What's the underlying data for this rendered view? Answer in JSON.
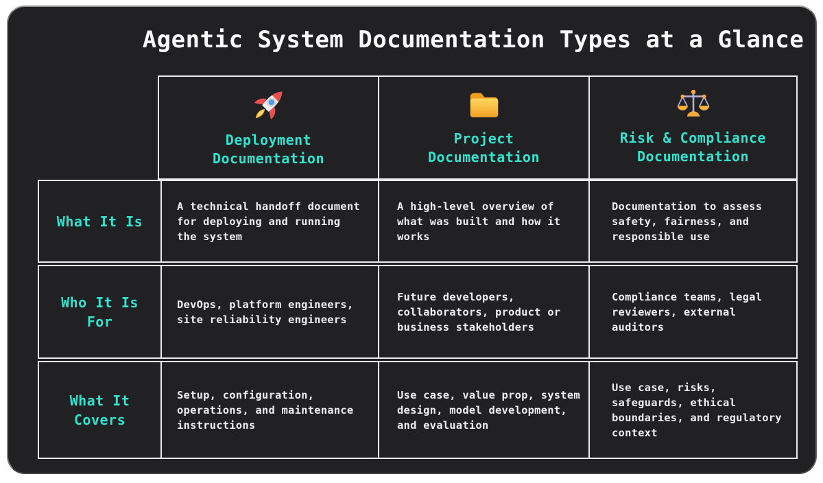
{
  "page": {
    "background": "#ffffff",
    "card_background": "#212124",
    "accent_color": "#33e3cf",
    "body_text_color": "#ededed",
    "grid_line_color": "#ececec"
  },
  "title": "Agentic System Documentation Types at a Glance",
  "table": {
    "columns": [
      {
        "icon": "rocket-icon",
        "label": "Deployment\nDocumentation"
      },
      {
        "icon": "folder-icon",
        "label": "Project\nDocumentation"
      },
      {
        "icon": "balance-scale-icon",
        "label": "Risk & Compliance\nDocumentation"
      }
    ],
    "rows": [
      {
        "label": "What It Is",
        "cells": [
          "A technical handoff document\nfor deploying and running\nthe system",
          "A high-level overview of\nwhat was built and how it\nworks",
          "Documentation to assess\nsafety, fairness, and\nresponsible use"
        ]
      },
      {
        "label": "Who It Is\nFor",
        "cells": [
          "DevOps, platform engineers,\nsite reliability engineers",
          "Future developers,\ncollaborators, product or\nbusiness stakeholders",
          "Compliance teams, legal\nreviewers, external\nauditors"
        ]
      },
      {
        "label": "What It\nCovers",
        "cells": [
          "Setup, configuration,\noperations, and maintenance\ninstructions",
          "Use case, value prop, system\ndesign, model development,\nand evaluation",
          "Use case, risks,\nsafeguards, ethical\nboundaries, and regulatory\ncontext"
        ]
      }
    ]
  }
}
